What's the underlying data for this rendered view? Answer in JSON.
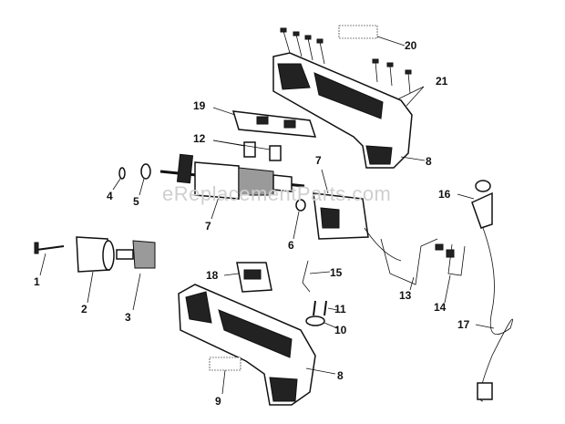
{
  "watermark": "eReplacementParts.com",
  "callouts": [
    {
      "id": "c20",
      "label": "20"
    },
    {
      "id": "c21",
      "label": "21"
    },
    {
      "id": "c19",
      "label": "19"
    },
    {
      "id": "c12",
      "label": "12"
    },
    {
      "id": "c8a",
      "label": "8"
    },
    {
      "id": "c7a",
      "label": "7"
    },
    {
      "id": "c4",
      "label": "4"
    },
    {
      "id": "c5",
      "label": "5"
    },
    {
      "id": "c7b",
      "label": "7"
    },
    {
      "id": "c16",
      "label": "16"
    },
    {
      "id": "c6",
      "label": "6"
    },
    {
      "id": "c1",
      "label": "1"
    },
    {
      "id": "c2",
      "label": "2"
    },
    {
      "id": "c3",
      "label": "3"
    },
    {
      "id": "c18",
      "label": "18"
    },
    {
      "id": "c15",
      "label": "15"
    },
    {
      "id": "c13",
      "label": "13"
    },
    {
      "id": "c14",
      "label": "14"
    },
    {
      "id": "c11",
      "label": "11"
    },
    {
      "id": "c10",
      "label": "10"
    },
    {
      "id": "c17",
      "label": "17"
    },
    {
      "id": "c9",
      "label": "9"
    },
    {
      "id": "c8b",
      "label": "8"
    }
  ]
}
